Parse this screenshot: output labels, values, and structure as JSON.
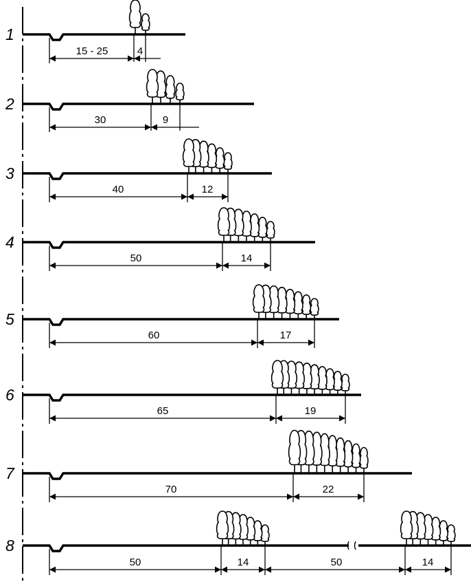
{
  "diagram": {
    "colors": {
      "line": "#000000",
      "background": "#ffffff"
    },
    "rows": [
      {
        "number": "1",
        "distance": "15 - 25",
        "width": "4"
      },
      {
        "number": "2",
        "distance": "30",
        "width": "9"
      },
      {
        "number": "3",
        "distance": "40",
        "width": "12"
      },
      {
        "number": "4",
        "distance": "50",
        "width": "14"
      },
      {
        "number": "5",
        "distance": "60",
        "width": "17"
      },
      {
        "number": "6",
        "distance": "65",
        "width": "19"
      },
      {
        "number": "7",
        "distance": "70",
        "width": "22"
      },
      {
        "number": "8",
        "distance": "50",
        "width": "14",
        "gap": "50",
        "width2": "14"
      }
    ]
  }
}
